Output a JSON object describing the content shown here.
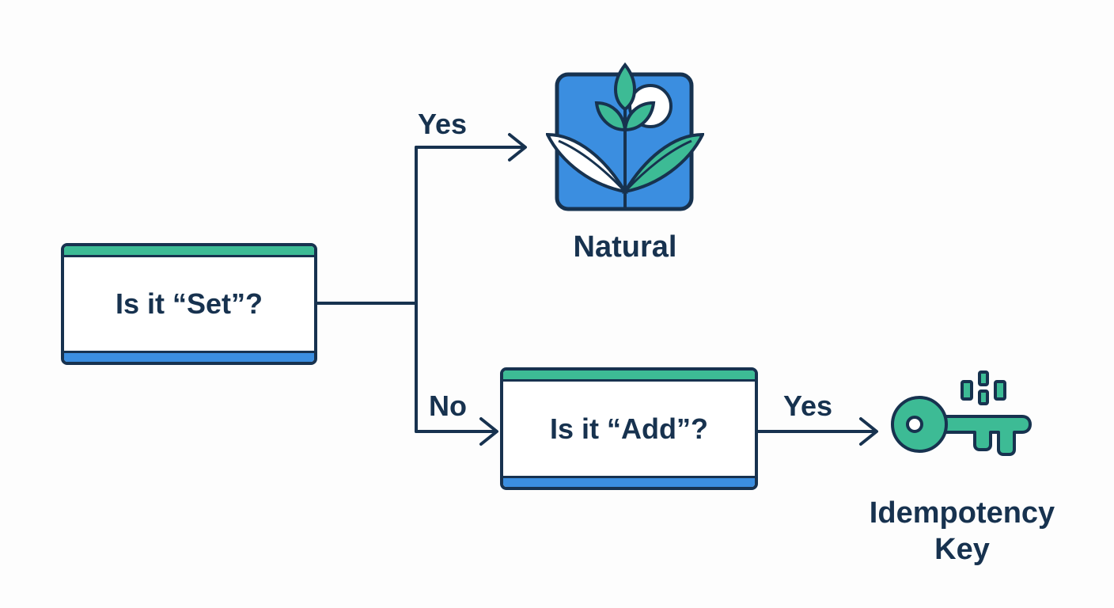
{
  "colors": {
    "outline": "#17324f",
    "teal": "#3dbb95",
    "blue": "#3b8ee0"
  },
  "nodes": {
    "set_question": "Is it “Set”?",
    "add_question": "Is it “Add”?"
  },
  "edges": {
    "set_yes": "Yes",
    "set_no": "No",
    "add_yes": "Yes"
  },
  "results": {
    "natural": {
      "label": "Natural",
      "icon": "plant-icon"
    },
    "idempotency": {
      "label_line1": "Idempotency",
      "label_line2": "Key",
      "icon": "key-icon"
    }
  }
}
